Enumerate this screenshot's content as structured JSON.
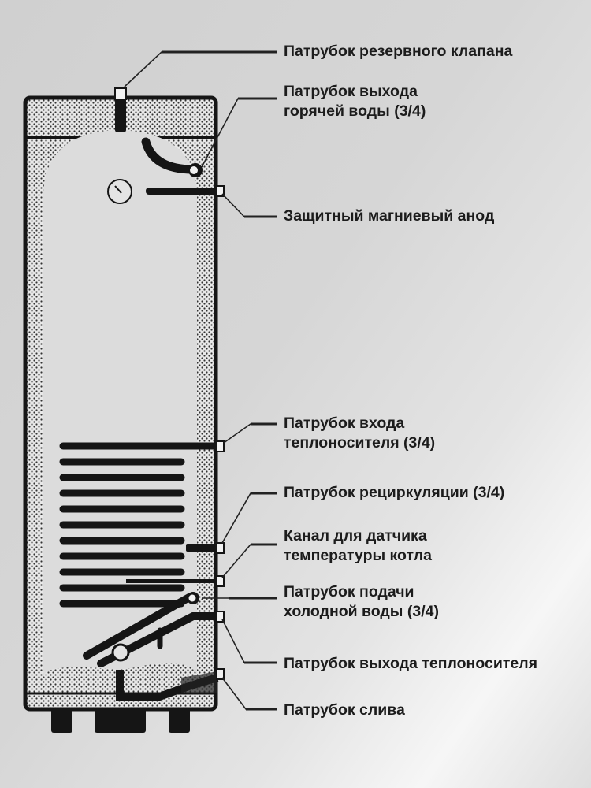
{
  "labels": {
    "safety_valve": "Патрубок резервного клапана",
    "hot_water_out": [
      "Патрубок выхода",
      "горячей воды (3/4)"
    ],
    "anode": "Защитный магниевый анод",
    "coolant_in": [
      "Патрубок входа",
      "теплоносителя (3/4)"
    ],
    "recirculation": "Патрубок рециркуляции (3/4)",
    "sensor_channel": [
      "Канал для датчика",
      "температуры котла"
    ],
    "cold_water_in": [
      "Патрубок подачи",
      "холодной воды (3/4)"
    ],
    "coolant_out": "Патрубок выхода теплоносителя",
    "drain": "Патрубок слива"
  },
  "colors": {
    "ink": "#151515",
    "insulation": "#e6e6e6",
    "tank": "#d9d9d9"
  }
}
